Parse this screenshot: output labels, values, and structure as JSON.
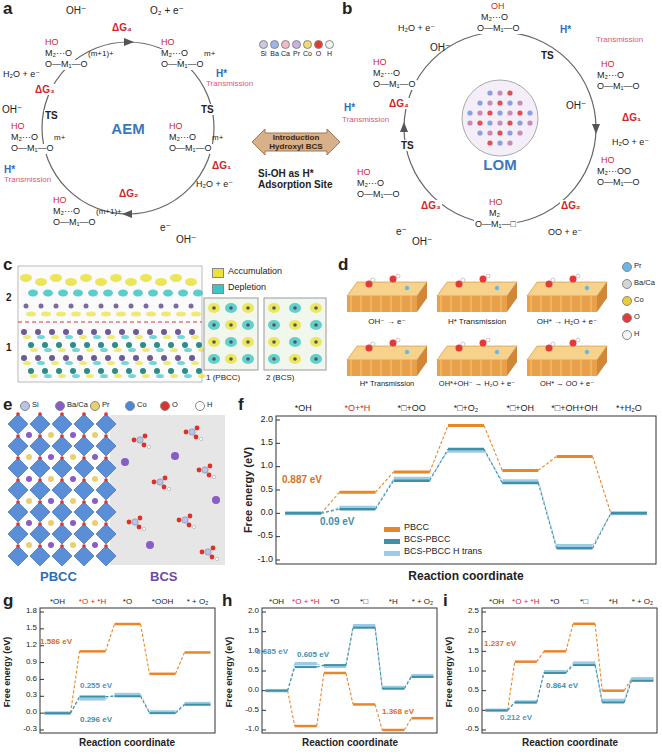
{
  "diagram": {
    "nodes": [
      {
        "text": [
          "AEM"
        ]
      },
      {
        "text": [
          "LOM"
        ]
      }
    ],
    "edges": [
      {
        "from": 0,
        "to": 1,
        "label": "Introduction Hydroxyl BCS",
        "arrow": "both"
      }
    ],
    "labels": [
      "a",
      "OH⁻",
      "O₂ + e⁻",
      "ΔG₄",
      "H₂O + e⁻",
      "ΔG₃",
      "HO",
      "M₂···O",
      "O—M₁—O",
      "(m+1)+",
      "HO",
      "M₂···O",
      "O—M₁—O",
      "m+",
      "H*",
      "Transmission",
      "TS",
      "HO",
      "M₂···O",
      "O—M₁—O",
      "m+",
      "ΔG₁",
      "H₂O + e⁻",
      "HO",
      "M₂···O",
      "O—M₁—O",
      "(m+1)+",
      "ΔG₂",
      "e⁻",
      "OH⁻",
      "OH⁻",
      "HO",
      "M₂···O",
      "O—M₁—O",
      "m+",
      "TS",
      "H*",
      "Transmission",
      "Si-OH as H* Adsorption Site",
      "b",
      "OH",
      "M₂···O",
      "O—M₁—O",
      "H₂O + e⁻",
      "H*",
      "TS",
      "Transmission",
      "OH⁻",
      "HO",
      "M₂···O",
      "O—M₁—O",
      "ΔG₄",
      "Transmission",
      "H*",
      "TS",
      "HO",
      "M₂···O",
      "O—M₁—O",
      "OH⁻",
      "ΔG₁",
      "H₂O + e⁻",
      "HO",
      "M₂···OO",
      "O—M₁—O",
      "ΔG₂",
      "OO + e⁻",
      "HO",
      "M₂",
      "O—M₁—□",
      "ΔG₃",
      "e⁻",
      "HO",
      "M₂···O",
      "O—M₁—O",
      "OH⁻",
      "c",
      "2",
      "1",
      "1 (PBCC)",
      "2 (BCS)",
      "d",
      "OH⁻ → e⁻",
      "H* Transmission",
      "OH* → H₂O + e⁻",
      "H* Transmission",
      "OH*+OH⁻ → H₂O + e⁻",
      "OH* → OO + e⁻",
      "e",
      "PBCC",
      "BCS",
      "f",
      "*OH",
      "*O+*H",
      "*□+OO",
      "*□+O₂",
      "*□+OH",
      "*□+OH+OH",
      "*+H₂O",
      "2.0",
      "1.5",
      "1.0",
      "0.5",
      "0.0",
      "-0.5",
      "-1.0",
      "Free energy (eV)",
      "Reaction coordinate",
      "0.887 eV",
      "0.09 eV",
      "g",
      "*OH",
      "*O + *H",
      "*O",
      "*OOH",
      "* + O₂",
      "1.8",
      "1.5",
      "1.2",
      "0.9",
      "0.6",
      "0.3",
      "0.0",
      "-0.3",
      "Free energy (eV)",
      "Reaction coordinate",
      "1.586 eV",
      "0.255 eV",
      "0.296 eV",
      "h",
      "*OH",
      "*O + *H",
      "*O",
      "*□",
      "*H",
      "* + O₂",
      "2.0",
      "1.5",
      "1.0",
      "0.5",
      "0.0",
      "-0.5",
      "-1.0",
      "Free energy (eV)",
      "Reaction coordinate",
      "0.685 eV",
      "0.605 eV",
      "1.368 eV",
      "i",
      "*OH",
      "*O + *H",
      "*O",
      "*□",
      "*H",
      "* + O₂",
      "2.5",
      "2.0",
      "1.5",
      "1.0",
      "0.5",
      "0.0",
      "-0.5",
      "Free energy (eV)",
      "Reaction coordinate",
      "1.237 eV",
      "0.864 eV",
      "0.212 eV"
    ],
    "legend": [
      {
        "text": "Si",
        "color": "#cfc6e6"
      },
      {
        "text": "Ba",
        "color": "#9db6e8"
      },
      {
        "text": "Ca",
        "color": "#f2b8cc"
      },
      {
        "text": "Pr",
        "color": "#c9b0e0"
      },
      {
        "text": "Co",
        "color": "#f0dc70"
      },
      {
        "text": "O",
        "color": "#e23a2e"
      },
      {
        "text": "H",
        "color": "#f4f4f4"
      },
      {
        "text": "Accumulation",
        "color": "#e8e23a"
      },
      {
        "text": "Depletion",
        "color": "#3cc6c6"
      },
      {
        "text": "Pr",
        "color": "#6ab8e6"
      },
      {
        "text": "Ba/Ca",
        "color": "#d4d4d4"
      },
      {
        "text": "Co",
        "color": "#e8cc3a"
      },
      {
        "text": "O",
        "color": "#e03a3a"
      },
      {
        "text": "H",
        "color": "#f6f6f6"
      },
      {
        "text": "Si",
        "color": "#b8c4e8"
      },
      {
        "text": "Ba/Ca",
        "color": "#8a5cc8"
      },
      {
        "text": "Pr",
        "color": "#e8d070"
      },
      {
        "text": "Co",
        "color": "#4a8ad8"
      },
      {
        "text": "O",
        "color": "#e0302a"
      },
      {
        "text": "H",
        "color": "#ffffff"
      },
      {
        "text": "PBCC",
        "color": "#e8862a"
      },
      {
        "text": "BCS-PBCC",
        "color": "#3f8fa8"
      },
      {
        "text": "BCS-PBCC H trans",
        "color": "#9ccbe6"
      }
    ]
  }
}
